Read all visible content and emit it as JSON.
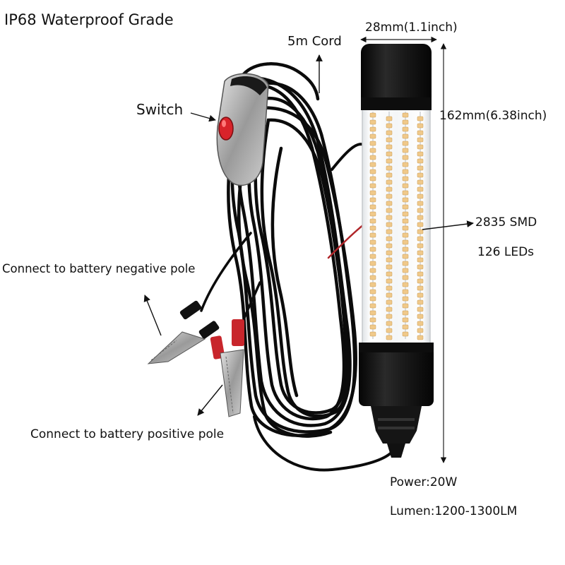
{
  "labels": {
    "title": "IP68 Waterproof Grade",
    "cord": "5m Cord",
    "width": "28mm(1.1inch)",
    "height": "162mm(6.38inch)",
    "switch": "Switch",
    "smd": "2835 SMD",
    "leds": "126 LEDs",
    "negative": "Connect to battery negative pole",
    "positive": "Connect to battery positive pole",
    "power": "Power:20W",
    "lumen": "Lumen:1200-1300LM"
  },
  "colors": {
    "background": "#ffffff",
    "cable": "#0b0b0b",
    "cap": "#111111",
    "led": "#f0c98a",
    "switch_button": "#d8232a",
    "clip_red": "#c8262c",
    "clip_metal": "#a8a8a8"
  }
}
